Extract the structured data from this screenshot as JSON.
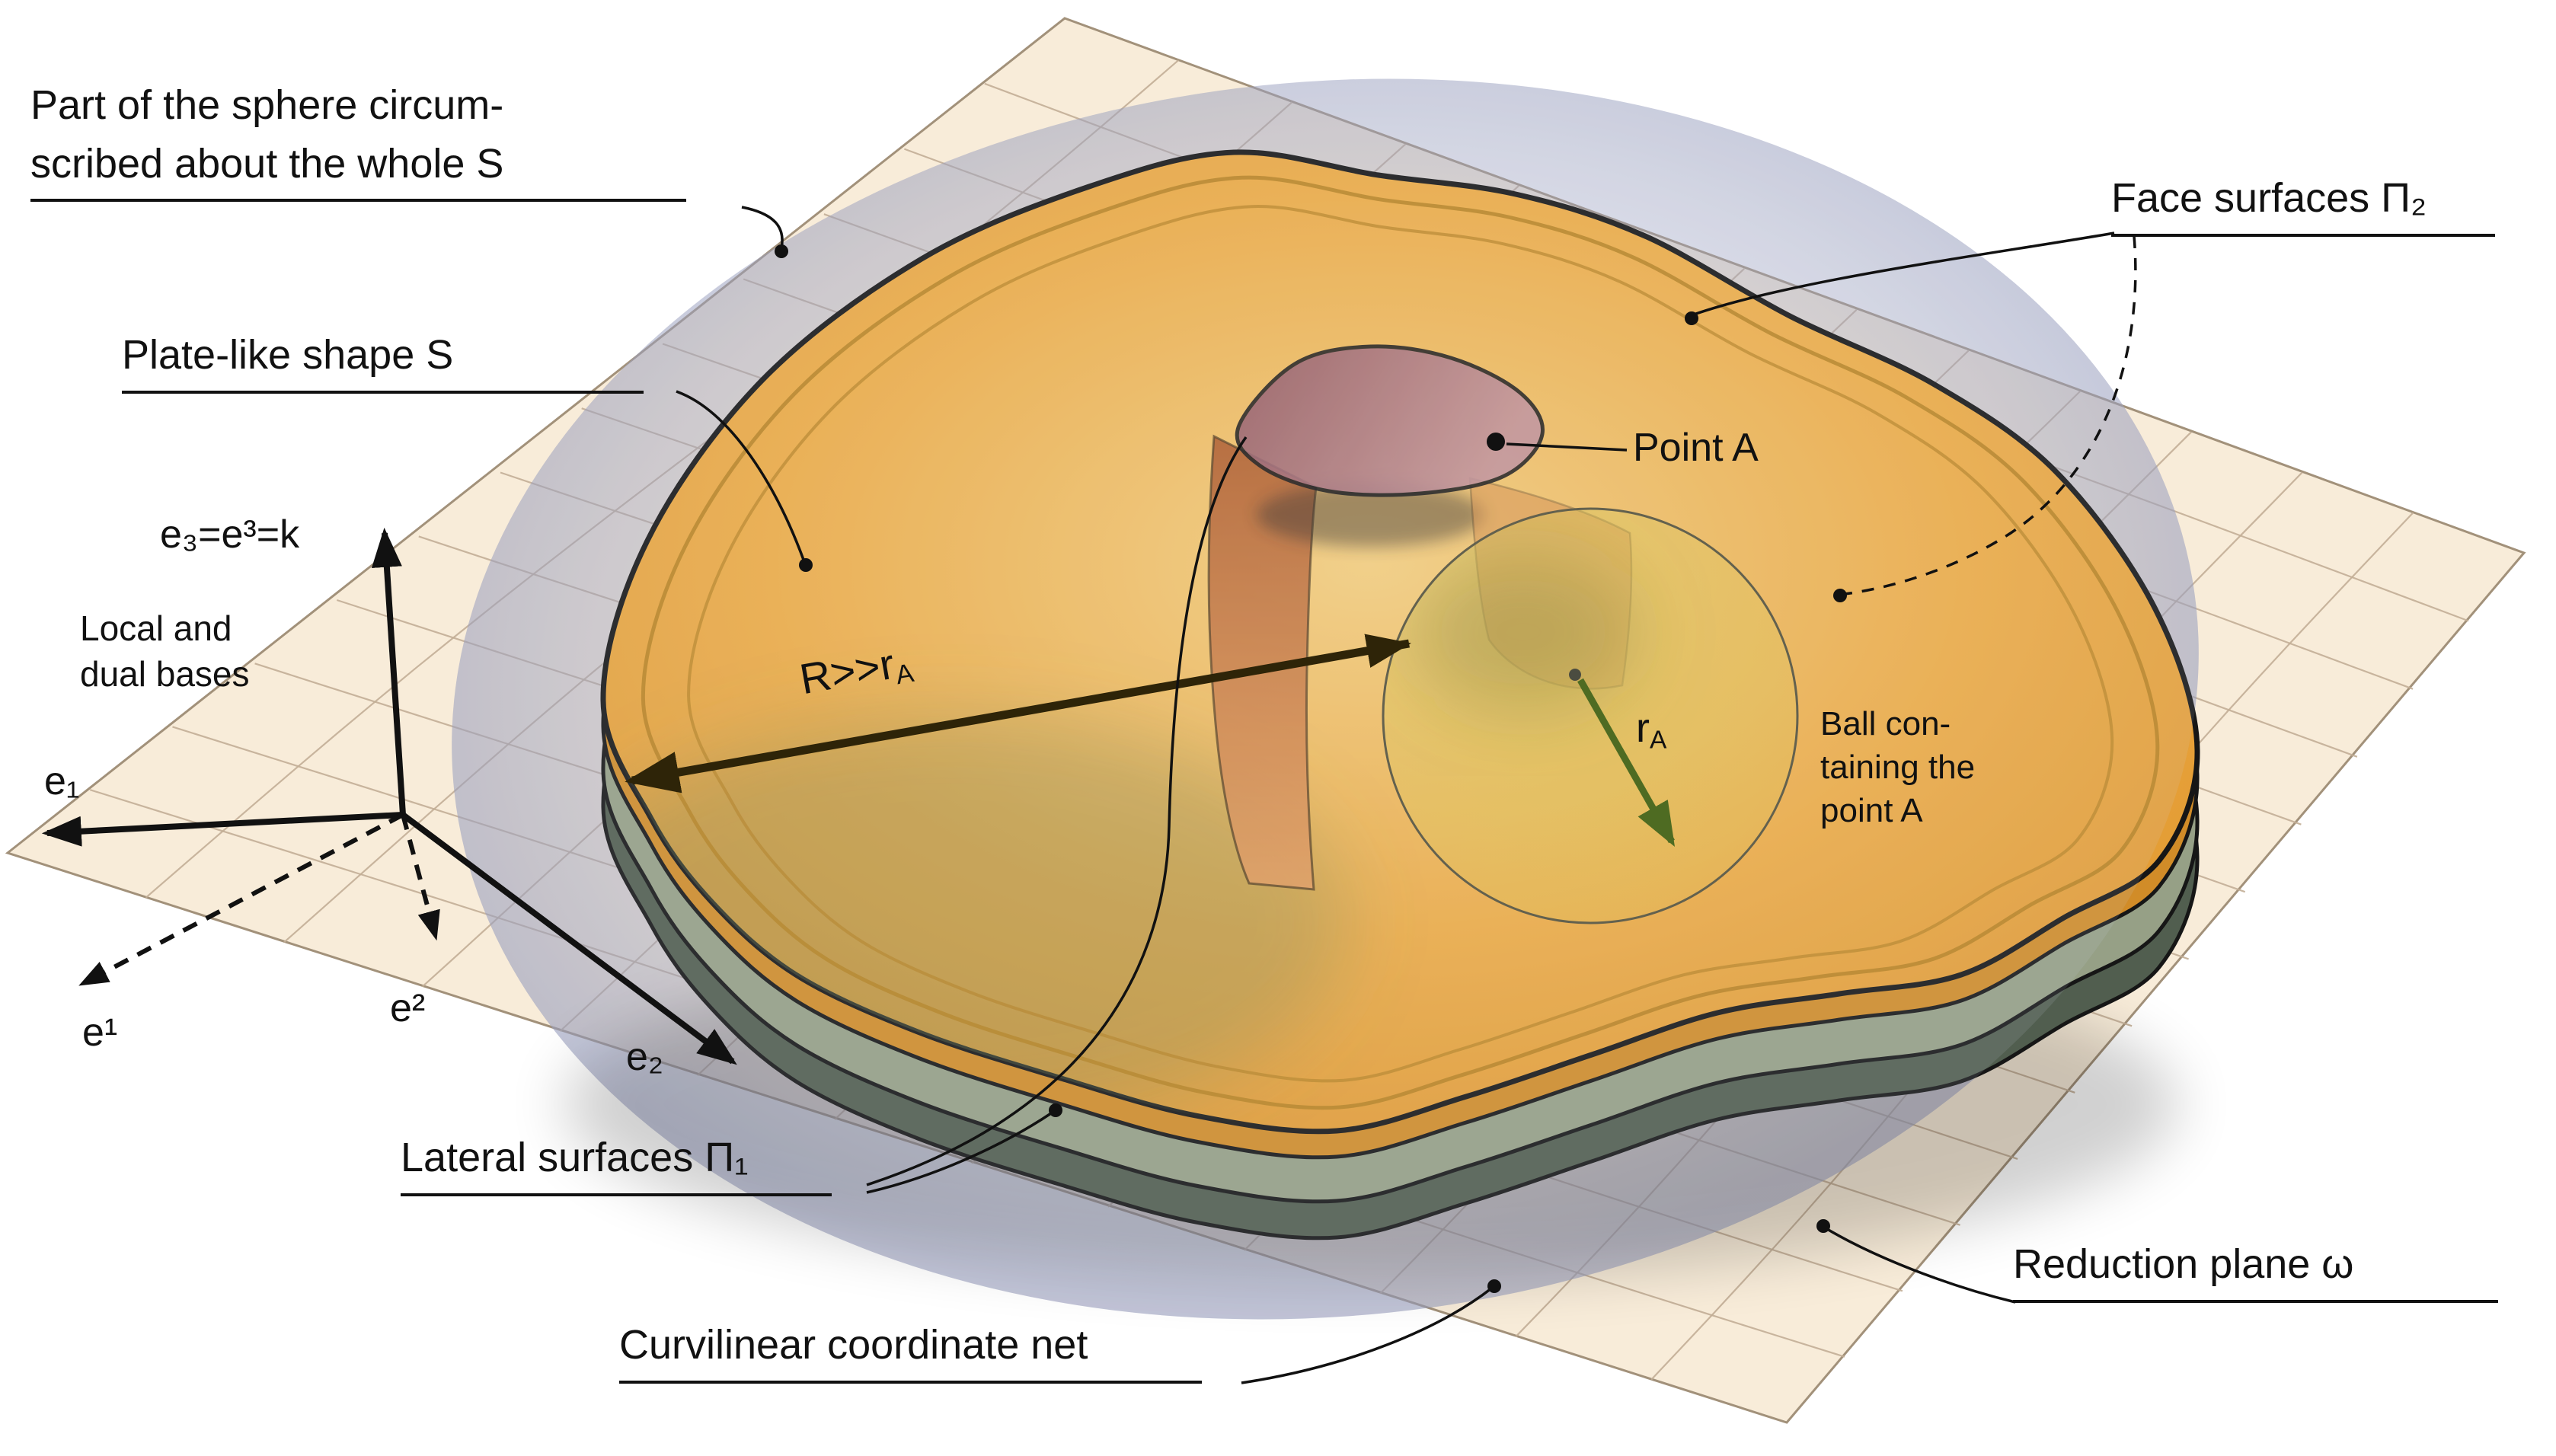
{
  "labels": {
    "sphere": {
      "line1": "Part of the sphere circum-",
      "line2": "scribed about the whole S"
    },
    "plate": "Plate-like shape S",
    "face": "Face surfaces Π₂",
    "point_a": "Point A",
    "ball": {
      "line1": "Ball con-",
      "line2": "taining the",
      "line3": "point A"
    },
    "lateral": "Lateral surfaces Π₁",
    "curvilinear": "Curvilinear coordinate net",
    "reduction": "Reduction plane ω",
    "local_dual": {
      "line1": "Local and",
      "line2": "dual bases"
    },
    "axis_e3": "e₃=e³=k",
    "axis_e1": "e₁",
    "axis_e2": "e₂",
    "axis_e1_dual": "e¹",
    "axis_e2_dual": "e²",
    "radius_R": {
      "base": "R>>r",
      "sub": "A"
    },
    "radius_r": {
      "base": "r",
      "sub": "A"
    }
  },
  "colors": {
    "plate_top_light": "#f6cf7e",
    "plate_top": "#eeac45",
    "plate_top_dark": "#df962e",
    "face_band": "#d18c28",
    "lateral_band": "#96a086",
    "bottom_band": "#515e4f",
    "plane_fill": "#f8ecd9",
    "plane_border": "#a2917a",
    "net_line": "#c2ae96",
    "sphere_tint": "#8c91b4",
    "ball_fill": "#ddc84e",
    "hole_wall_light": "#e59b5c",
    "hole_wall_dark": "#a84e20",
    "hole_cap_light": "#c29099",
    "hole_cap_dark": "#8d5160",
    "outline": "#161616",
    "leader": "#111111",
    "arrow_R": "#2e2408",
    "arrow_r": "#4e6b22",
    "contour": "#b5801f"
  }
}
